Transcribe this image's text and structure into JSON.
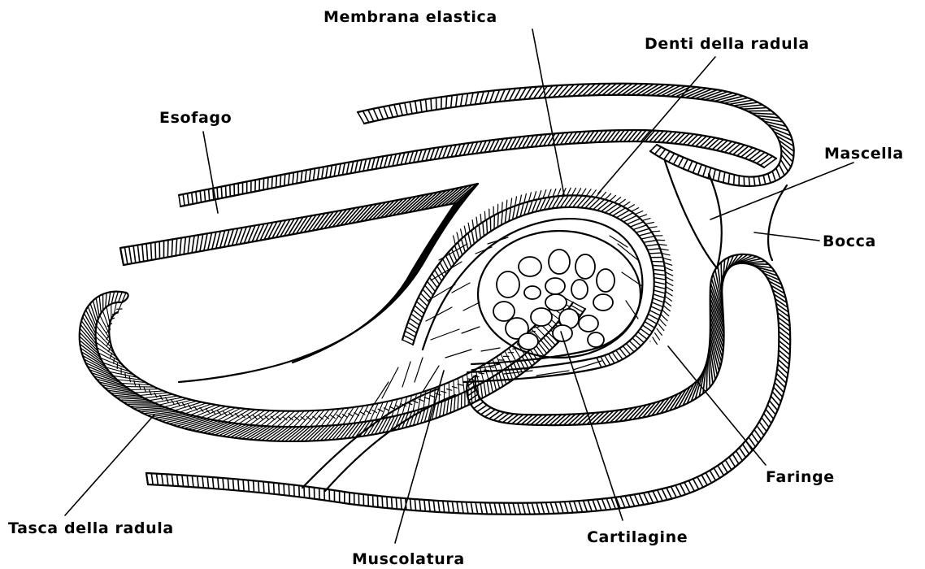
{
  "figure": {
    "labels": {
      "membrana_elastica": "Membrana elastica",
      "denti_della_radula": "Denti della radula",
      "esofago": "Esofago",
      "mascella": "Mascella",
      "bocca": "Bocca",
      "faringe": "Faringe",
      "tasca_della_radula": "Tasca della radula",
      "cartilagine": "Cartilagine",
      "muscolatura": "Muscolatura"
    }
  }
}
